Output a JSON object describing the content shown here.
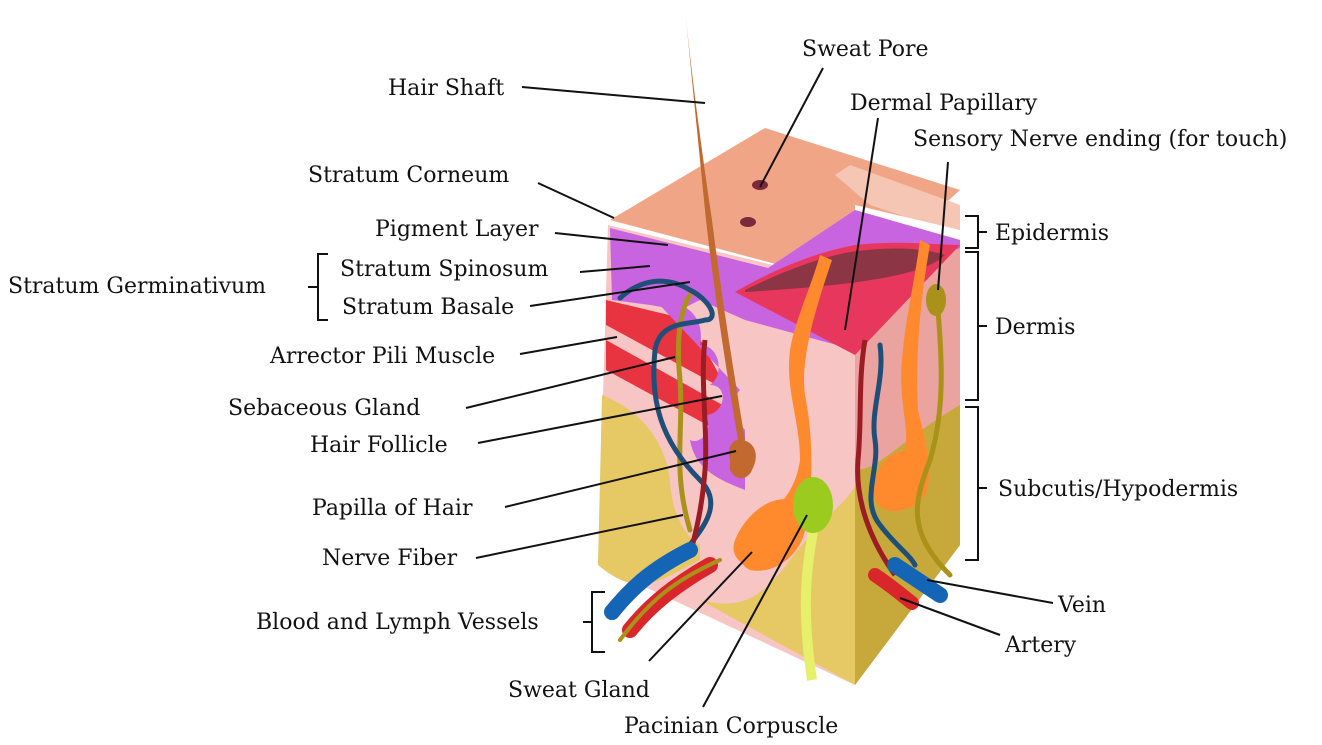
{
  "colors": {
    "stratum_corneum": "#f0a587",
    "stratum_corneum_side": "#f6c6b4",
    "pigment_layer": "#c964e0",
    "dermis": "#f7c6c4",
    "dermal_papillary": "#e8375c",
    "hypodermis": "#e6c865",
    "hypodermis_shade": "#c7a93b",
    "arrector_muscle": "#e83340",
    "hair": "#c2692f",
    "sweat_gland": "#ff8a2e",
    "pacinian_corpuscle": "#9acb1e",
    "nerve": "#a9911a",
    "vein": "#1565b6",
    "artery": "#d9262b",
    "lymph": "#1f4f78",
    "pore": "#7a2a3a"
  },
  "labels": {
    "hair_shaft": "Hair Shaft",
    "sweat_pore": "Sweat Pore",
    "dermal_papillary": "Dermal Papillary",
    "sensory_nerve": "Sensory Nerve ending (for touch)",
    "stratum_corneum": "Stratum Corneum",
    "pigment_layer": "Pigment Layer",
    "stratum_germinativum": "Stratum Germinativum",
    "stratum_spinosum": "Stratum Spinosum",
    "stratum_basale": "Stratum Basale",
    "arrector_pili": "Arrector Pili Muscle",
    "sebaceous_gland": "Sebaceous Gland",
    "hair_follicle": "Hair Follicle",
    "papilla_of_hair": "Papilla of Hair",
    "nerve_fiber": "Nerve Fiber",
    "blood_lymph": "Blood and Lymph Vessels",
    "sweat_gland": "Sweat Gland",
    "pacinian_corpuscle": "Pacinian Corpuscle",
    "epidermis": "Epidermis",
    "dermis": "Dermis",
    "subcutis": "Subcutis/Hypodermis",
    "vein": "Vein",
    "artery": "Artery"
  }
}
